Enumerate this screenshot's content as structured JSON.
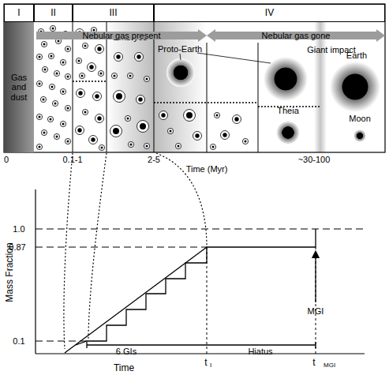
{
  "diagram": {
    "nodes": [
      {
        "text": [
          "I"
        ]
      },
      {
        "text": [
          "II"
        ]
      },
      {
        "text": [
          "III"
        ]
      },
      {
        "text": [
          "IV"
        ]
      },
      {
        "text": [
          "Gas and dust"
        ]
      },
      {
        "text": [
          "Nebular gas present"
        ]
      },
      {
        "text": [
          "Nebular gas gone"
        ]
      }
    ],
    "labels": [
      "Embryos",
      "Proto-Earth",
      "Giant impact",
      "Earth",
      "Theia",
      "Moon",
      "0",
      "0.1-1",
      "2-5",
      "~30-100",
      "Time (Myr)",
      "1.0",
      "0.87",
      "0.1",
      "Mass Fraction",
      "6 GIs",
      "Hiatus",
      "MGI",
      "Time",
      "t",
      "I",
      "t",
      "MGI"
    ]
  }
}
